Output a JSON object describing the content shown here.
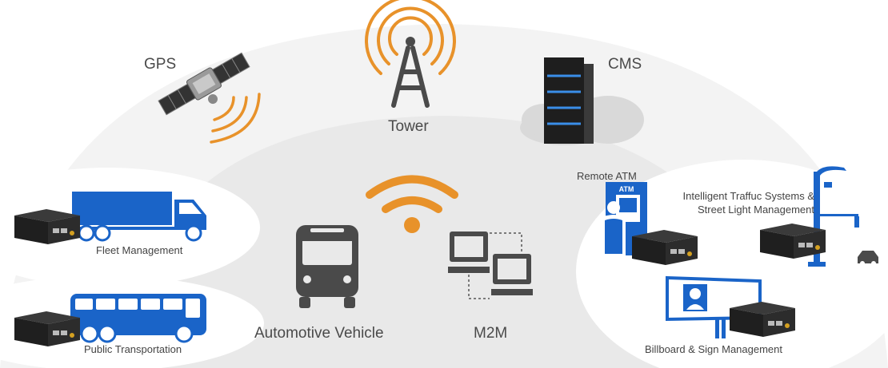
{
  "labels": {
    "gps": "GPS",
    "tower": "Tower",
    "cms": "CMS",
    "automotive_vehicle": "Automotive Vehicle",
    "m2m": "M2M",
    "fleet_management": "Fleet Management",
    "public_transportation": "Public Transportation",
    "remote_atm": "Remote ATM",
    "atm_sign": "ATM",
    "its_line1": "Intelligent Traffuc Systems &",
    "its_line2": "Street Light Management",
    "billboard": "Billboard & Sign Management"
  },
  "colors": {
    "signal_orange": "#e8922a",
    "device_dark": "#2c2c2c",
    "icon_gray": "#4a4a4a",
    "brand_blue": "#1a64c8",
    "arc_outer": "#f2f2f2",
    "arc_inner": "#e6e6e6"
  }
}
